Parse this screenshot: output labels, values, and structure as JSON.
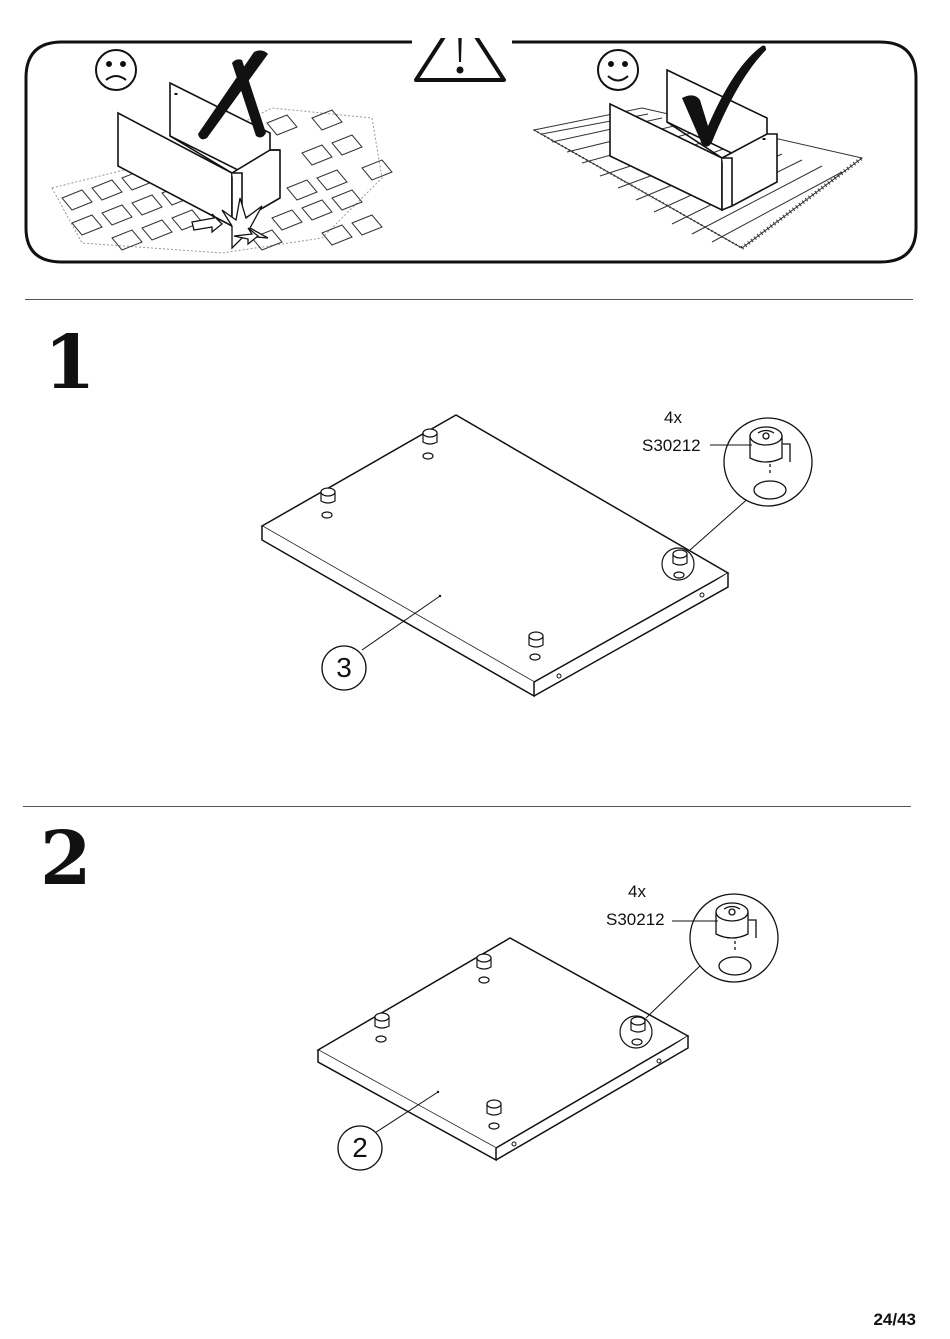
{
  "warning": {
    "bad_face_icon": "frowning-face-icon",
    "alert_icon": "warning-triangle-icon",
    "good_face_icon": "smiling-face-icon",
    "cross_icon": "cross-mark-icon",
    "check_icon": "check-mark-icon"
  },
  "steps": [
    {
      "number": "1",
      "quantity": "4x",
      "part_code": "S30212",
      "panel_label": "3"
    },
    {
      "number": "2",
      "quantity": "4x",
      "part_code": "S30212",
      "panel_label": "2"
    }
  ],
  "footer": {
    "page": "24/43"
  }
}
